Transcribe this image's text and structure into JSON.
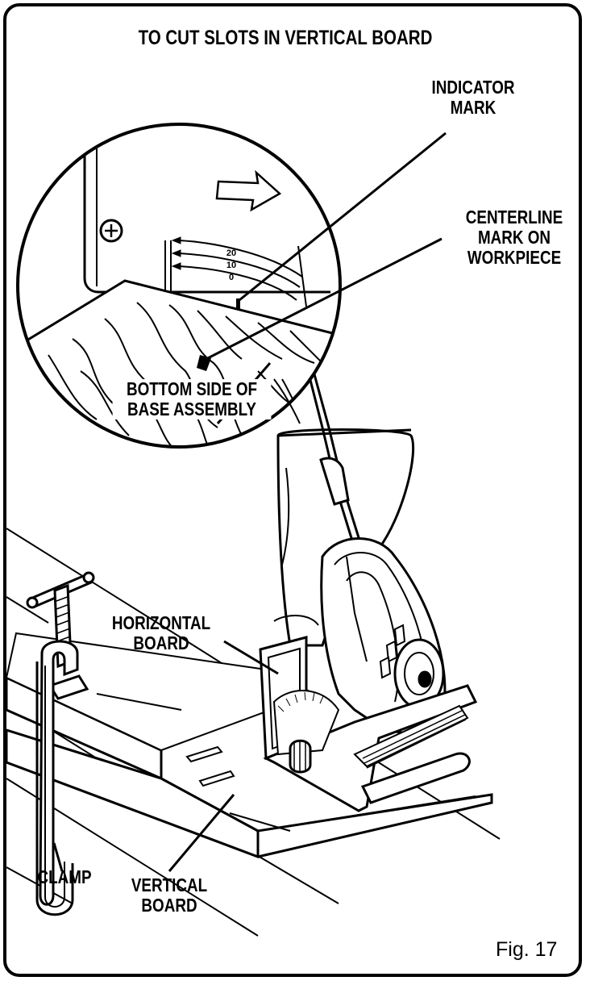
{
  "title": "TO CUT SLOTS IN VERTICAL BOARD",
  "labels": {
    "indicator_mark": "INDICATOR\nMARK",
    "centerline_mark": "CENTERLINE\nMARK ON\nWORKPIECE",
    "bottom_side": "BOTTOM SIDE OF\nBASE ASSEMBLY",
    "horizontal_board": "HORIZONTAL\nBOARD",
    "clamp": "CLAMP",
    "vertical_board": "VERTICAL\nBOARD"
  },
  "scale_marks": [
    "20",
    "10",
    "0"
  ],
  "figure_number": "Fig. 17"
}
